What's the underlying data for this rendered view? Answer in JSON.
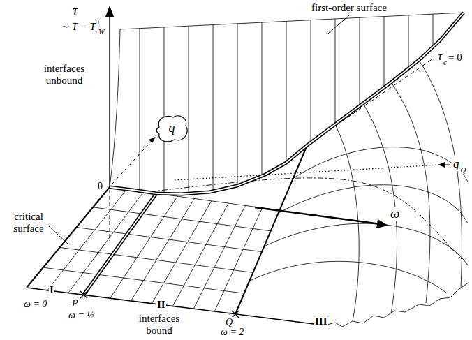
{
  "diagram": {
    "nodes": [
      {
        "text": [
          "q"
        ]
      }
    ],
    "labels": [
      "τ",
      "∼ T − T",
      "0",
      "cW",
      "first-order surface",
      "interfaces unbound",
      "0",
      "critical surface",
      "τ",
      "c",
      "= 0",
      "q",
      "Q",
      "ω",
      "I",
      "II",
      "III",
      "ω = 0",
      "P",
      "ω = ½",
      "interfaces bound",
      "Q",
      "ω = 2"
    ]
  }
}
